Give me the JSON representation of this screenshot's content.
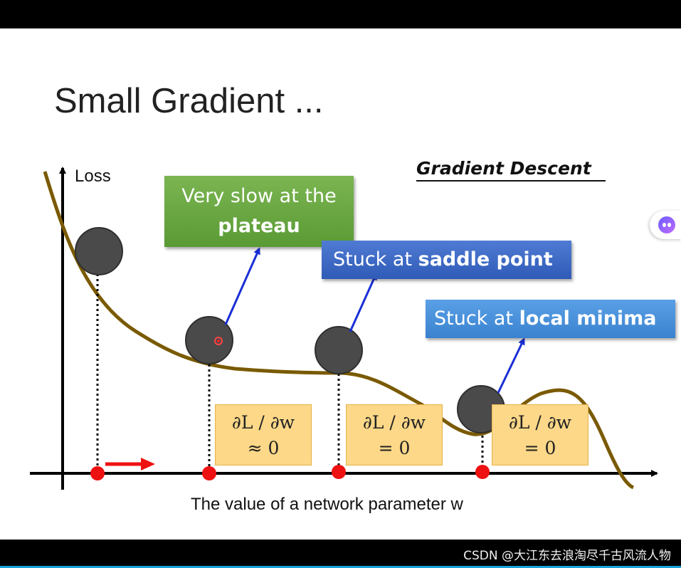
{
  "slide": {
    "title": "Small Gradient ...",
    "subtitle": "Gradient Descent"
  },
  "axes": {
    "y_label": "Loss",
    "x_label": "The value of a network parameter w"
  },
  "callouts": {
    "plateau": {
      "line1": "Very slow at the",
      "line2": "plateau"
    },
    "saddle": {
      "prefix": "Stuck at ",
      "bold": "saddle point"
    },
    "local_min": {
      "prefix": "Stuck at ",
      "bold": "local minima"
    }
  },
  "derivatives": [
    {
      "line1": "∂L / ∂w",
      "line2": "≈ 0"
    },
    {
      "line1": "∂L / ∂w",
      "line2": "= 0"
    },
    {
      "line1": "∂L / ∂w",
      "line2": "= 0"
    }
  ],
  "watermark": "CSDN @大江东去浪淘尽千古风流人物",
  "colors": {
    "curve": "#7a5a00",
    "ball": "#4a4a4a",
    "point": "#ee1111",
    "arrow": "#1a2fd6",
    "plateau_box": "#6aa843",
    "saddle_box": "#3a66c4",
    "local_min_box": "#4a90dd",
    "deriv_box": "#fcd888"
  }
}
